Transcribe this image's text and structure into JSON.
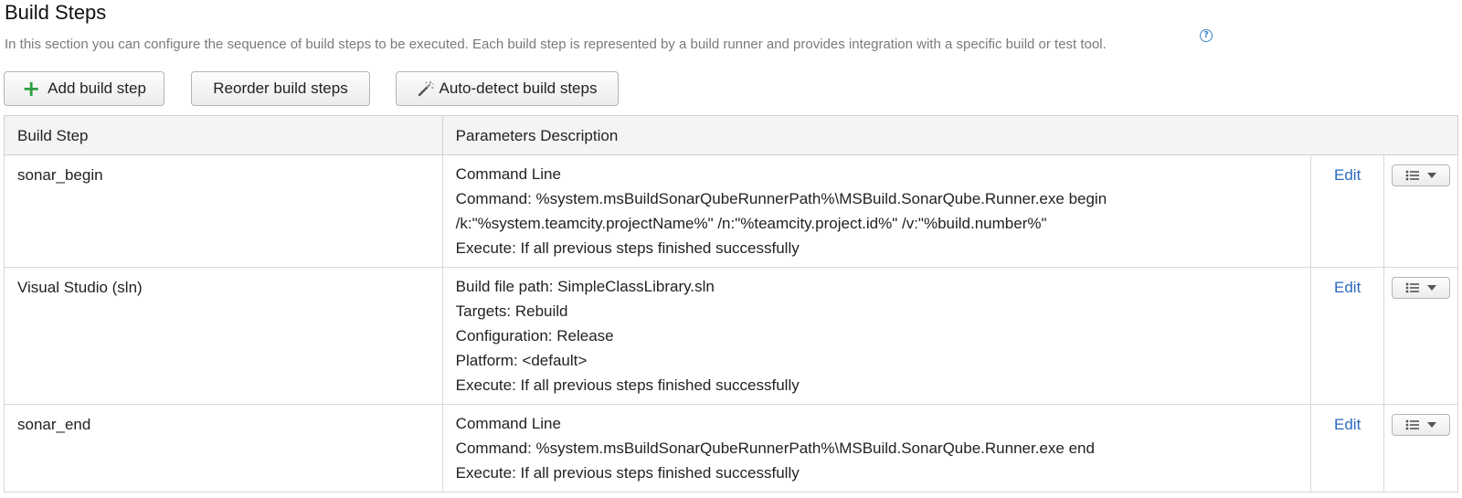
{
  "header": {
    "title": "Build Steps",
    "description": "In this section you can configure the sequence of build steps to be executed. Each build step is represented by a build runner and provides integration with a specific build or test tool.",
    "help_icon": "?"
  },
  "toolbar": {
    "add_label": "Add build step",
    "reorder_label": "Reorder build steps",
    "autodetect_label": "Auto-detect build steps"
  },
  "table": {
    "columns": [
      "Build Step",
      "Parameters Description"
    ],
    "edit_label": "Edit",
    "rows": [
      {
        "name": "sonar_begin",
        "params": [
          "Command Line",
          "Command: %system.msBuildSonarQubeRunnerPath%\\MSBuild.SonarQube.Runner.exe begin",
          "/k:\"%system.teamcity.projectName%\" /n:\"%teamcity.project.id%\" /v:\"%build.number%\"",
          "Execute: If all previous steps finished successfully"
        ]
      },
      {
        "name": "Visual Studio (sln)",
        "params": [
          "Build file path: SimpleClassLibrary.sln",
          "Targets: Rebuild",
          "Configuration: Release",
          "Platform: <default>",
          "Execute: If all previous steps finished successfully"
        ]
      },
      {
        "name": "sonar_end",
        "params": [
          "Command Line",
          "Command: %system.msBuildSonarQubeRunnerPath%\\MSBuild.SonarQube.Runner.exe end",
          "Execute: If all previous steps finished successfully"
        ]
      }
    ]
  },
  "colors": {
    "link": "#2a6bbd",
    "plus": "#2ea043",
    "help": "#3a86c8"
  },
  "icons": [
    "plus-icon",
    "magic-wand-icon",
    "help-icon",
    "list-icon",
    "caret-down-icon"
  ]
}
